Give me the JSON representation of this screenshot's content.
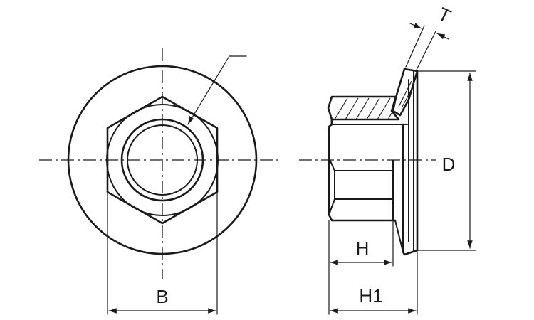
{
  "dimensions": {
    "across_flats": "B",
    "flange_diameter": "D",
    "nut_height": "H",
    "overall_height": "H1",
    "flange_thickness": "T"
  },
  "colors": {
    "ink": "#1a1a1a",
    "background": "#ffffff"
  }
}
